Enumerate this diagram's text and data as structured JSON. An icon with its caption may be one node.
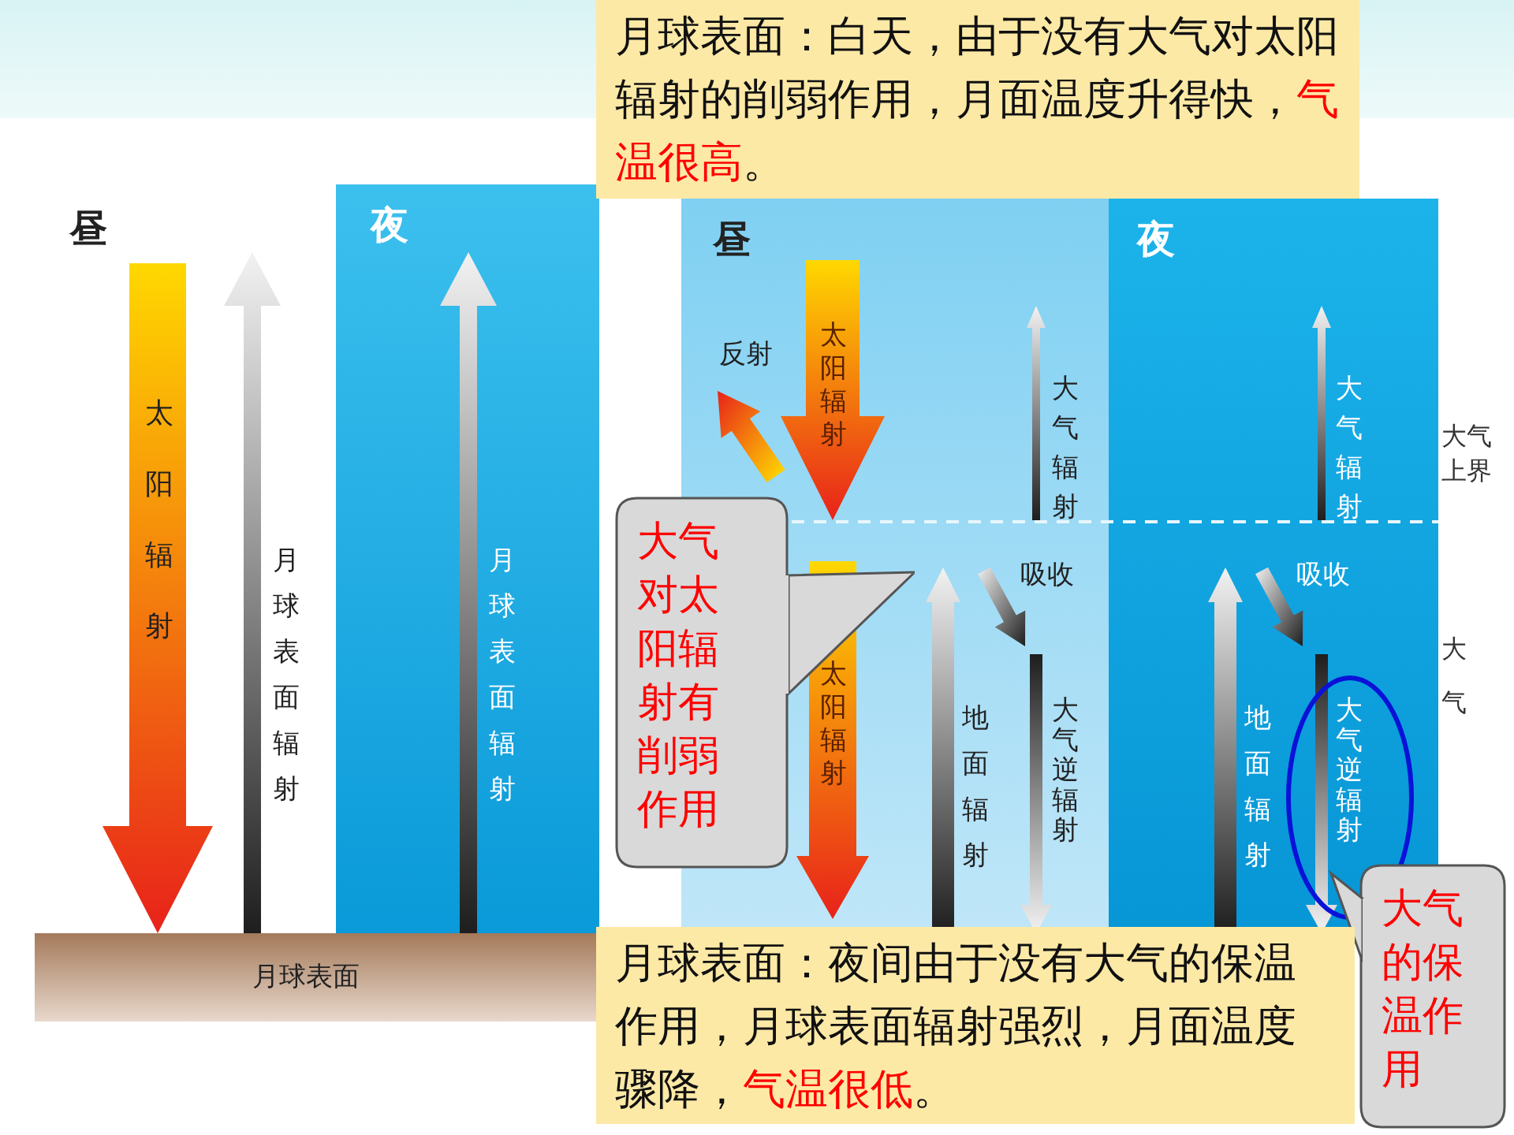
{
  "diagram": {
    "nodes": [
      {
        "text": [
          "月球表面：白天，由于没有大气对太阳辐射的削弱作用，月面温度升得快，**气温很高**。"
        ]
      },
      {
        "text": [
          "夜"
        ]
      },
      {
        "text": [
          "昼"
        ]
      },
      {
        "text": [
          "夜"
        ]
      },
      {
        "text": [
          "大气对太阳辐射有削弱作用"
        ]
      },
      {
        "text": [],
        "shape": "circle",
        "in": 3
      },
      {
        "text": [
          "大气的保温作用"
        ]
      },
      {
        "text": [
          "月球表面"
        ]
      },
      {
        "text": [
          "月球表面：夜间由于没有大气的保温作用，月球表面辐射强烈，月面温度骤降，**气温很低**。"
        ]
      }
    ],
    "labels": [
      "昼",
      "太阳辐射",
      "月球表面辐射",
      "月球表面辐射",
      "反射",
      "太阳辐射",
      "大气辐射",
      "大气辐射",
      "大气上界",
      "吸收",
      "吸收",
      "大气",
      "太阳辐射",
      "地面辐射",
      "大气逆辐射",
      "地面辐射",
      "大气逆辐射"
    ]
  }
}
